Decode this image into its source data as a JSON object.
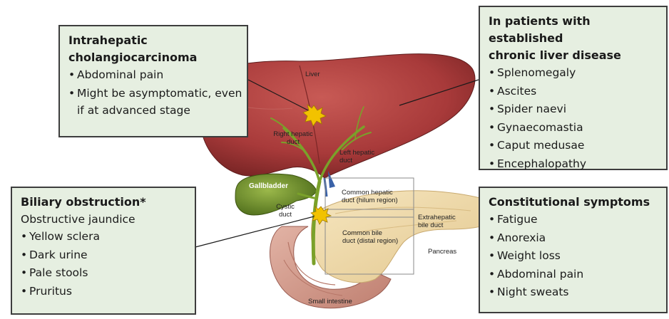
{
  "boxes": {
    "intrahepatic": {
      "title_line1": "Intrahepatic",
      "title_line2": "cholangiocarcinoma",
      "items": [
        "Abdominal pain",
        "Might be asymptomatic, even if at advanced stage"
      ]
    },
    "chronic": {
      "title_line1": "In patients with established",
      "title_line2": "chronic liver disease",
      "items": [
        "Splenomegaly",
        "Ascites",
        "Spider naevi",
        "Gynaecomastia",
        "Caput medusae",
        "Encephalopathy"
      ]
    },
    "biliary": {
      "title": "Biliary obstruction*",
      "subtitle": "Obstructive jaundice",
      "items": [
        "Yellow sclera",
        "Dark urine",
        "Pale stools",
        "Pruritus"
      ]
    },
    "constitutional": {
      "title": "Constitutional symptoms",
      "items": [
        "Fatigue",
        "Anorexia",
        "Weight loss",
        "Abdominal pain",
        "Night sweats"
      ]
    }
  },
  "labels": {
    "liver": "Liver",
    "right_hepatic_1": "Right hepatic",
    "right_hepatic_2": "duct",
    "left_hepatic_1": "Left hepatic",
    "left_hepatic_2": "duct",
    "gallbladder": "Gallbladder",
    "cystic_1": "Cystic",
    "cystic_2": "duct",
    "common_hepatic_1": "Common hepatic",
    "common_hepatic_2": "duct (hilum region)",
    "common_bile_1": "Common bile",
    "common_bile_2": "duct (distal region)",
    "extrahepatic_1": "Extrahepatic",
    "extrahepatic_2": "bile duct",
    "pancreas": "Pancreas",
    "small_intestine": "Small intestine"
  },
  "colors": {
    "box_fill": "#e6efe1",
    "box_border": "#3d3d3d",
    "liver": "#a83a3a",
    "gallbladder": "#6b8a2a",
    "pancreas": "#ecd7a6",
    "intestine": "#d39a8c",
    "tumor": "#f2c200"
  }
}
